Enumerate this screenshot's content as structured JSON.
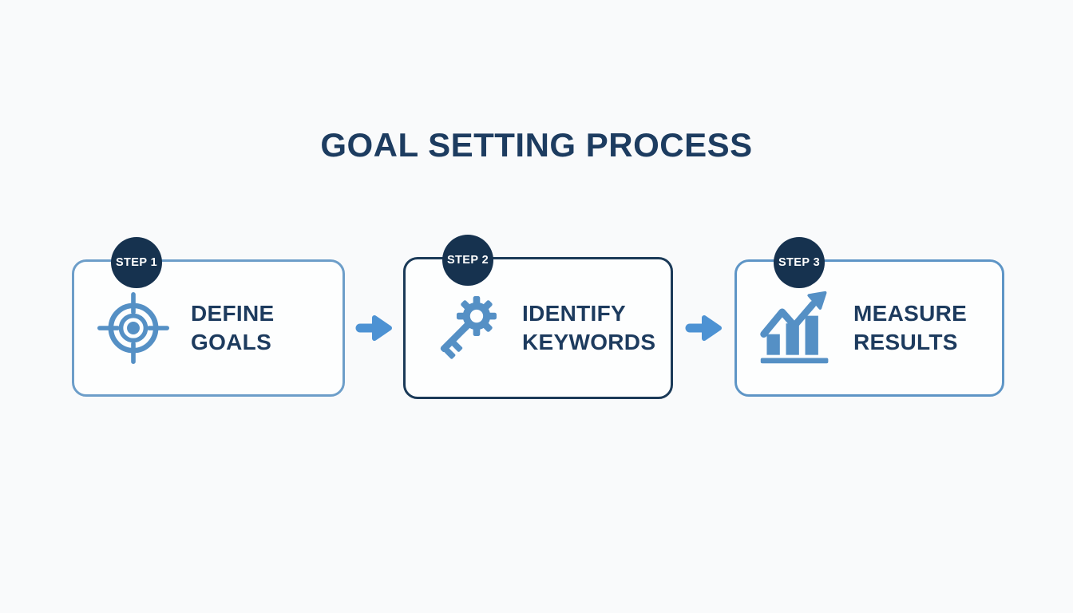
{
  "title": "GOAL SETTING PROCESS",
  "steps": [
    {
      "badge": "STEP 1",
      "line1": "DEFINE",
      "line2": "GOALS",
      "icon": "target-icon"
    },
    {
      "badge": "STEP 2",
      "line1": "IDENTIFY",
      "line2": "KEYWORDS",
      "icon": "key-gear-icon"
    },
    {
      "badge": "STEP 3",
      "line1": "MEASURE",
      "line2": "RESULTS",
      "icon": "bar-chart-growth-icon"
    }
  ],
  "arrows": [
    {
      "name": "right-arrow"
    },
    {
      "name": "right-arrow"
    }
  ],
  "colors": {
    "background": "#f9fafb",
    "title_text": "#1d3c60",
    "badge_fill": "#16324f",
    "badge_text": "#ffffff",
    "box_border_light": "#6d9ec9",
    "box_border_light2": "#5e95c6",
    "box_border_dark": "#1b3a58",
    "box_fill": "#fdfefe",
    "step_text": "#1d3b5e",
    "icon_blue": "#5590c5",
    "arrow_blue": "#4d92d3"
  }
}
